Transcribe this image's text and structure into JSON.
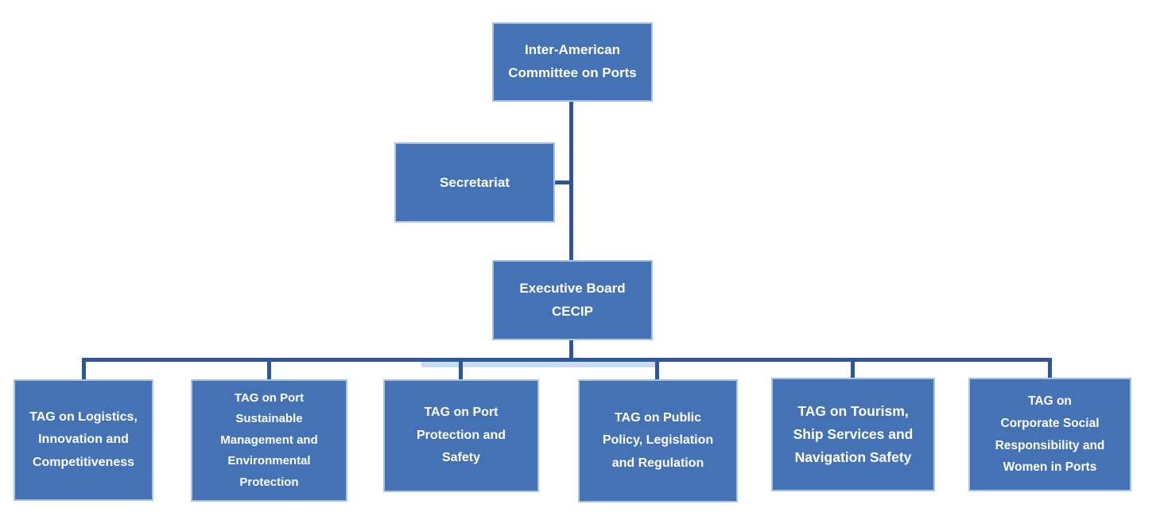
{
  "colors": {
    "background": "#ffffff",
    "box_fill": "#4472b4",
    "box_border": "#a9c4e4",
    "connector": "#2e5894",
    "text_color": "#ffffff"
  },
  "org": {
    "root": {
      "label": "Inter-American\nCommittee on Ports"
    },
    "secretariat": {
      "label": "Secretariat"
    },
    "executive_board": {
      "label": "Executive Board\nCECIP"
    },
    "tags": [
      {
        "label": "TAG on Logistics,\nInnovation and\nCompetitiveness"
      },
      {
        "label": "TAG on Port\nSustainable\nManagement and\nEnvironmental\nProtection"
      },
      {
        "label": "TAG on Port\nProtection and\nSafety"
      },
      {
        "label": "TAG on Public\nPolicy, Legislation\nand Regulation"
      },
      {
        "label": "TAG on Tourism,\nShip Services and\nNavigation Safety"
      },
      {
        "label": "TAG on\nCorporate Social\nResponsibility and\nWomen in Ports"
      }
    ]
  }
}
